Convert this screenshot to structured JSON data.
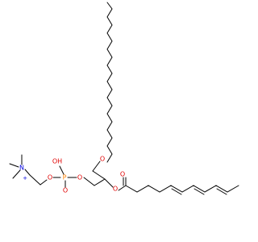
{
  "molecule": {
    "colors": {
      "bond": "#000000",
      "oxygen": "#e00000",
      "phosphorus": "#ff8000",
      "nitrogen": "#0000e0",
      "background": "#ffffff"
    },
    "atoms": {
      "o_ether": "O",
      "o_ester_single": "O",
      "o_ester_carbonyl": "O",
      "o_phosphate_link": "O",
      "phosphorus": "P",
      "p_hydroxyl": "OH",
      "p_oxo": "O",
      "o_choline": "O",
      "n_charged": "N",
      "n_charge": "+"
    }
  }
}
